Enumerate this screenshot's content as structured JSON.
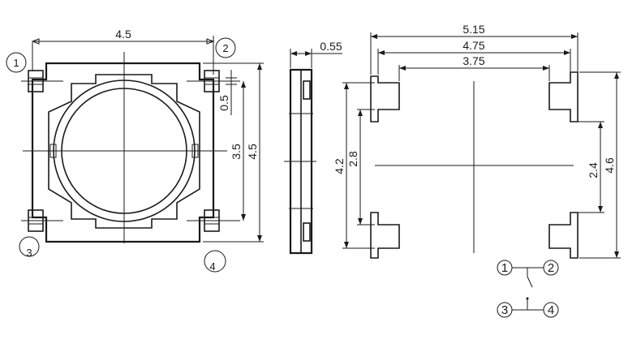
{
  "top_view": {
    "width_label": "4.5",
    "height_label": "4.5",
    "pin_pitch_label": "3.5",
    "pin_width_label": "0.5",
    "pins": [
      "1",
      "2",
      "3",
      "4"
    ]
  },
  "side_view": {
    "thickness_label": "0.55"
  },
  "footprint": {
    "outer_span_label": "5.15",
    "mid_span_label": "4.75",
    "inner_span_label": "3.75",
    "height_outer_left_label": "4.2",
    "height_inner_left_label": "2.8",
    "height_inner_right_label": "2.4",
    "height_outer_right_label": "4.6"
  },
  "schematic": {
    "pins": [
      "1",
      "2",
      "3",
      "4"
    ]
  }
}
